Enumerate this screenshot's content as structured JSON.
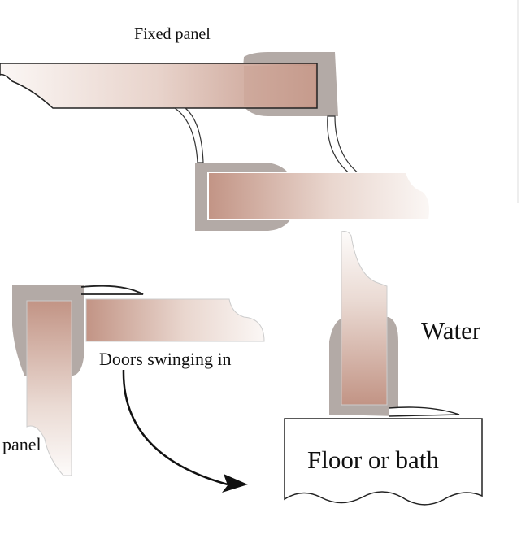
{
  "labels": {
    "fixed_panel": "Fixed panel",
    "doors_swinging_in": "Doors swinging in",
    "panel": "panel",
    "water": "Water",
    "floor_or_bath": "Floor or bath"
  },
  "colors": {
    "glass_dark": "#c29485",
    "glass_light": "#fbf7f5",
    "seal": "#b3aaa6",
    "outline": "#222222"
  }
}
